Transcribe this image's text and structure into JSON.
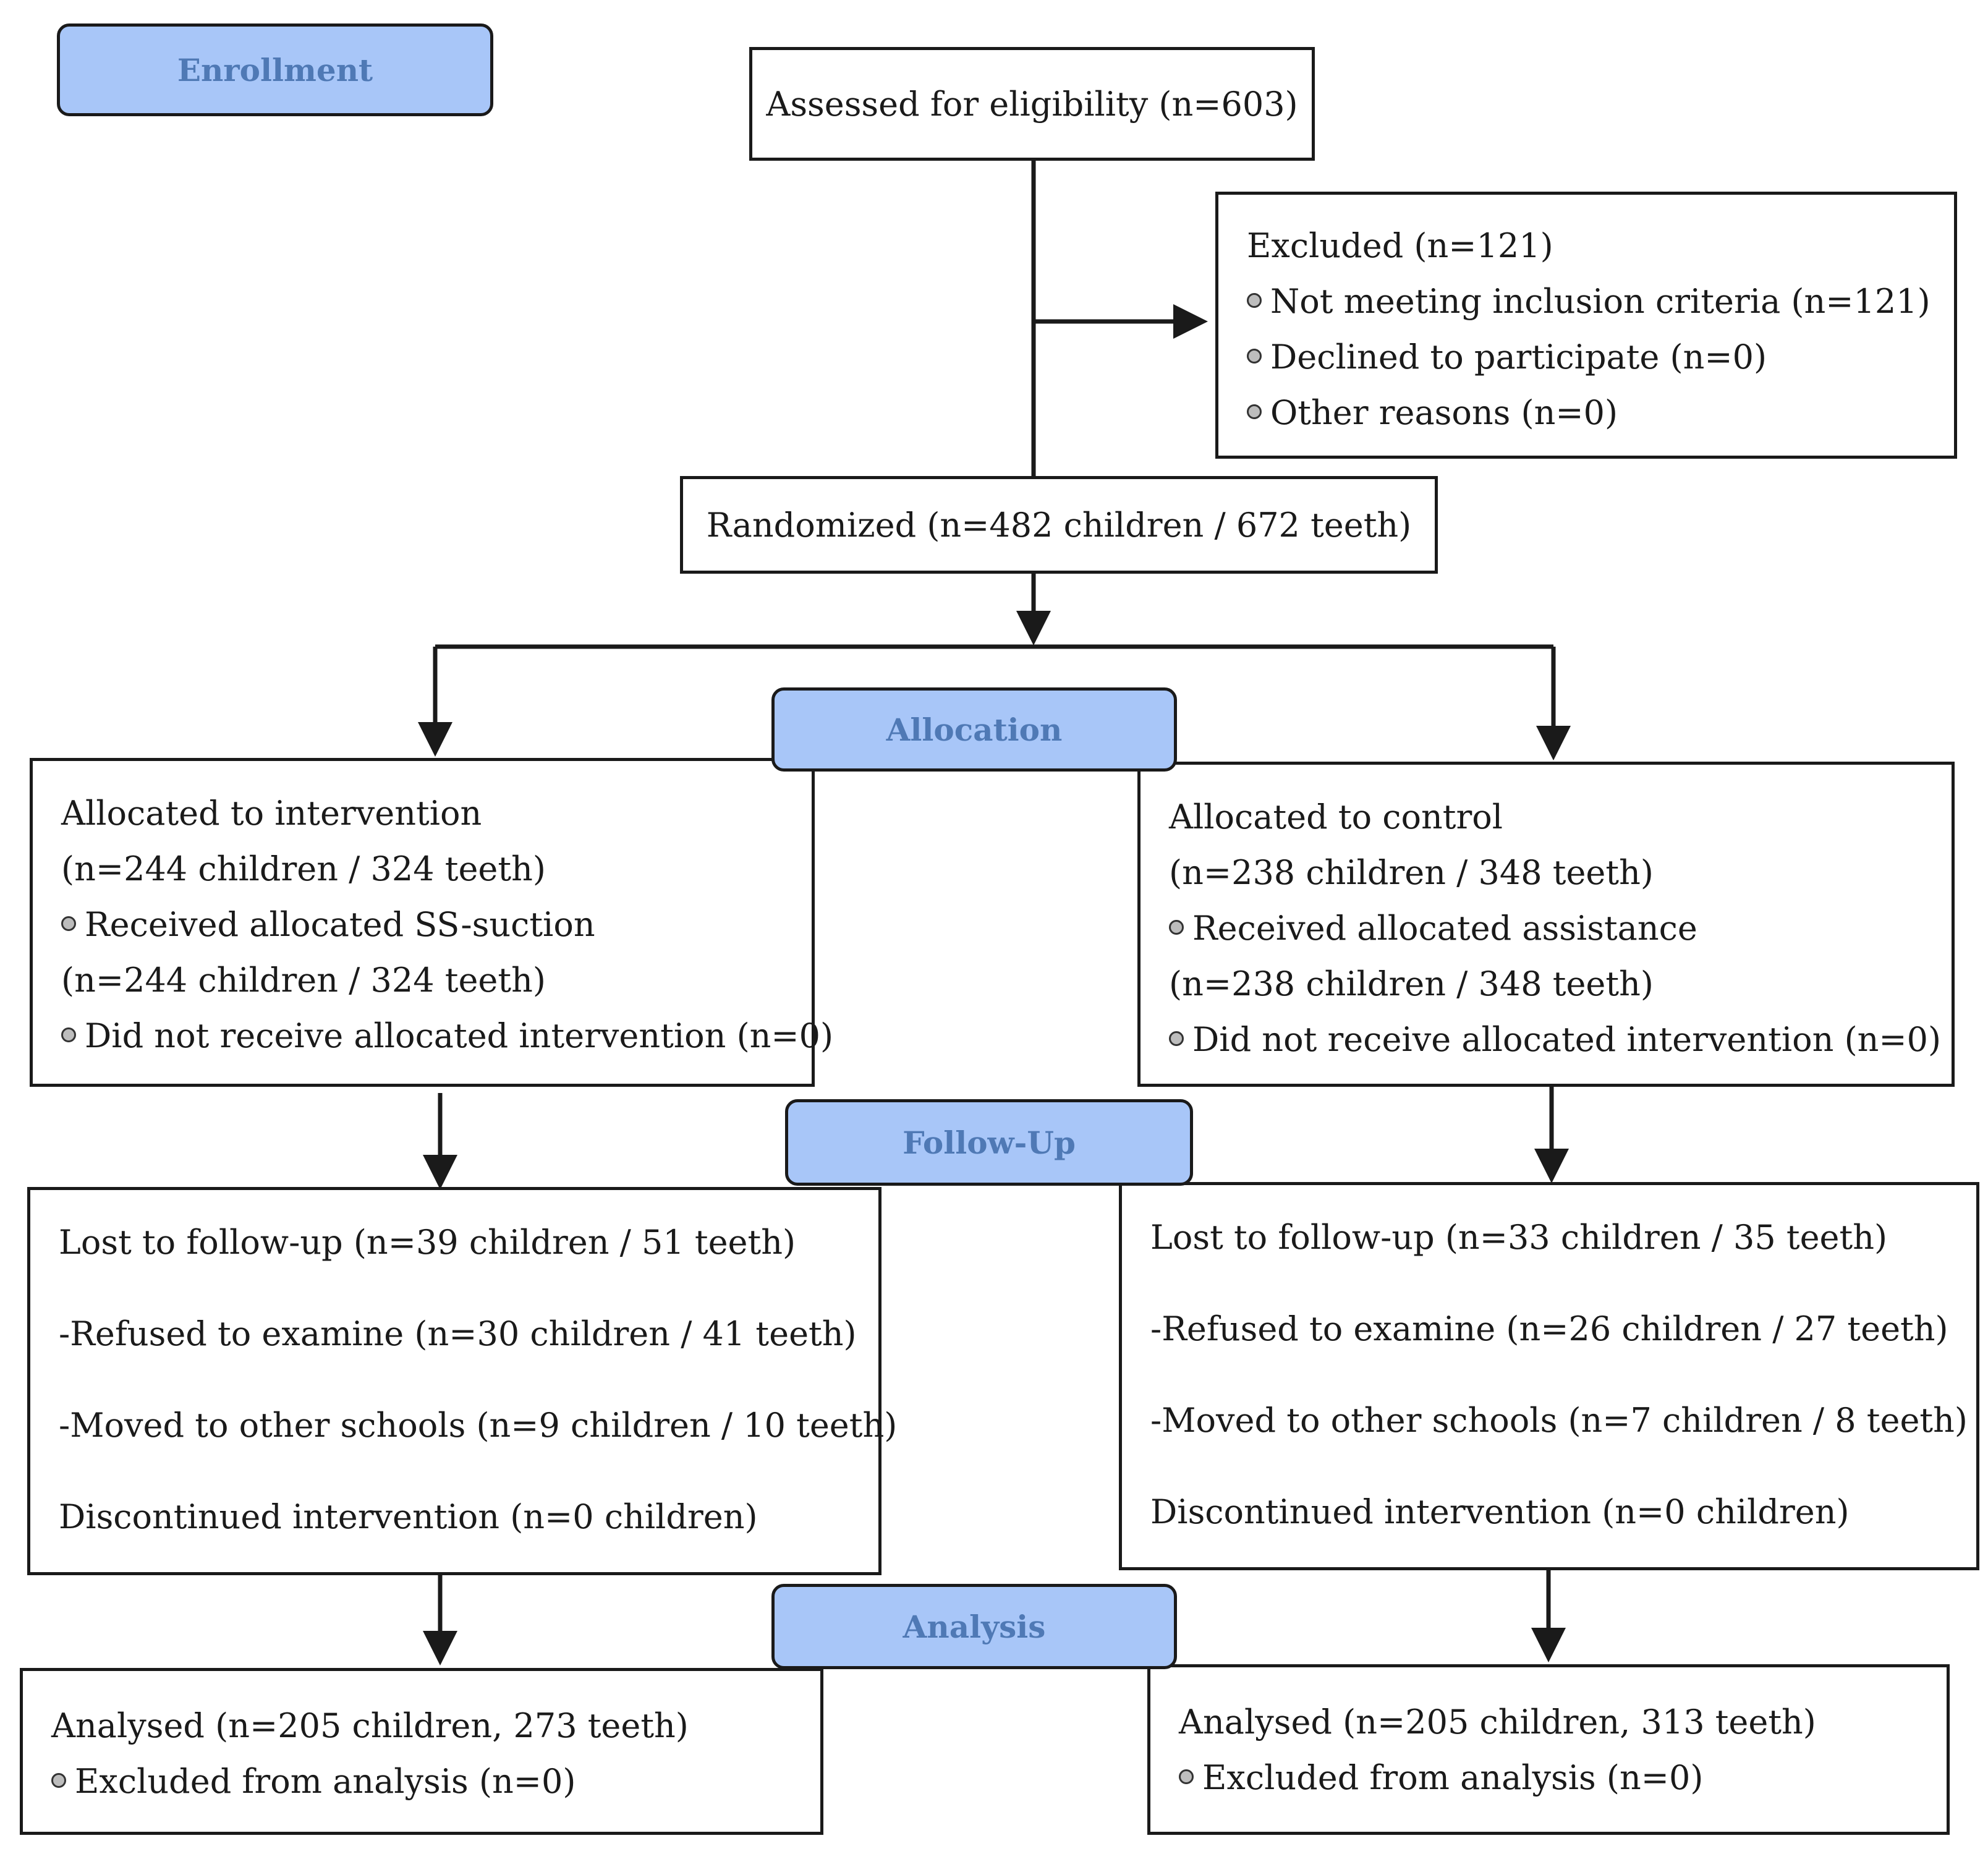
{
  "stages": {
    "enrollment": "Enrollment",
    "allocation": "Allocation",
    "follow_up": "Follow-Up",
    "analysis": "Analysis"
  },
  "assessed": "Assessed for eligibility (n=603)",
  "excluded": {
    "title": "Excluded (n=121)",
    "items": [
      "Not meeting inclusion criteria (n=121)",
      "Declined to participate (n=0)",
      "Other reasons (n=0)"
    ]
  },
  "randomized": "Randomized (n=482 children / 672 teeth)",
  "alloc_intervention": {
    "l1": "Allocated to intervention",
    "l2": "(n=244 children / 324 teeth)",
    "l3": "Received allocated SS-suction",
    "l4": "(n=244 children / 324 teeth)",
    "l5": "Did not receive allocated intervention (n=0)"
  },
  "alloc_control": {
    "l1": "Allocated to control",
    "l2": "(n=238 children / 348 teeth)",
    "l3": "Received allocated assistance",
    "l4": "(n=238 children / 348 teeth)",
    "l5": "Did not receive allocated intervention (n=0)"
  },
  "followup_intervention": {
    "l1": "Lost to follow-up (n=39 children / 51 teeth)",
    "l2": "-Refused to examine (n=30 children / 41 teeth)",
    "l3": "-Moved to other schools (n=9 children / 10 teeth)",
    "l4": "Discontinued intervention (n=0 children)"
  },
  "followup_control": {
    "l1": "Lost to follow-up (n=33 children / 35 teeth)",
    "l2": "-Refused to examine (n=26 children / 27 teeth)",
    "l3": "-Moved to other schools (n=7 children / 8 teeth)",
    "l4": "Discontinued intervention (n=0 children)"
  },
  "analysis_intervention": {
    "l1": "Analysed (n=205 children, 273 teeth)",
    "l2": "Excluded from analysis (n=0)"
  },
  "analysis_control": {
    "l1": "Analysed (n=205 children, 313 teeth)",
    "l2": "Excluded from analysis (n=0)"
  }
}
